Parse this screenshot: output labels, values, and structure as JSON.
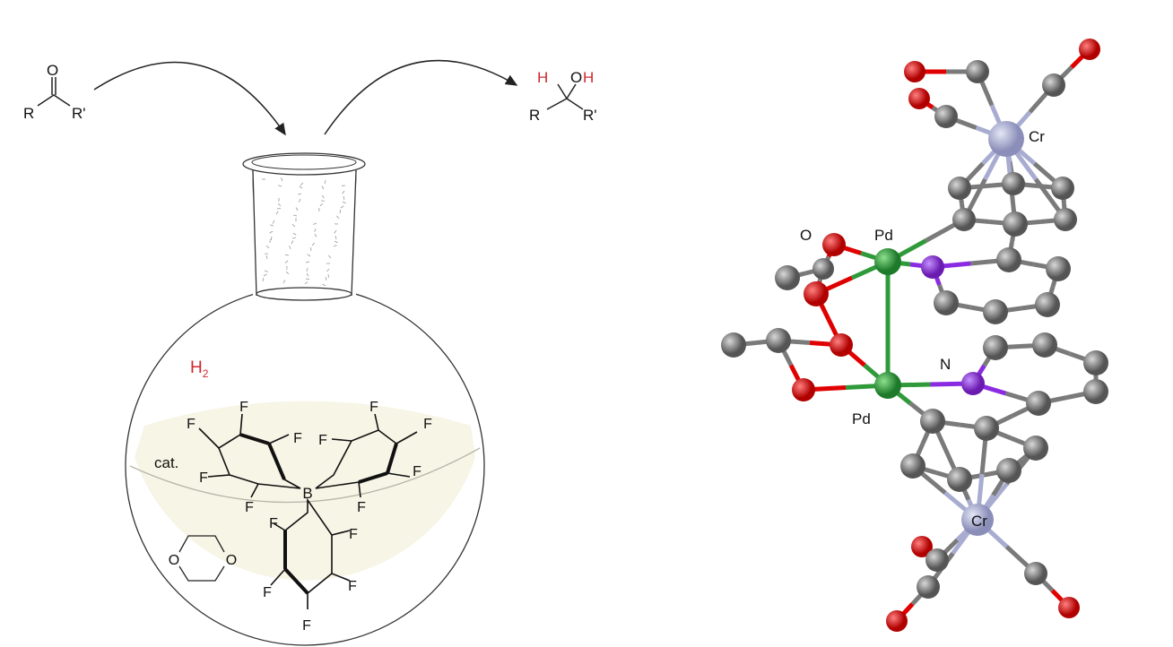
{
  "reactant": {
    "o": "O",
    "r": "R",
    "r2": "R'"
  },
  "product": {
    "h": "H",
    "oh_o": "O",
    "oh_h": "H",
    "r": "R",
    "r2": "R'"
  },
  "flask": {
    "h2": "H",
    "h2_sub": "2",
    "cat": "cat."
  },
  "borane": {
    "b": "B",
    "fluorines": [
      "F",
      "F",
      "F",
      "F",
      "F",
      "F",
      "F",
      "F",
      "F",
      "F",
      "F",
      "F",
      "F",
      "F",
      "F"
    ]
  },
  "dioxane": {
    "o1": "O",
    "o2": "O"
  },
  "crystal": {
    "pd1": "Pd",
    "pd2": "Pd",
    "o": "O",
    "n": "N",
    "cr1": "Cr",
    "cr2": "Cr"
  },
  "colors": {
    "h2": "#d0282e",
    "pd": "#2e9a3a",
    "o": "#e00000",
    "n": "#8a2be2",
    "cr": "#a8acd0",
    "c": "#7a7a7a"
  }
}
